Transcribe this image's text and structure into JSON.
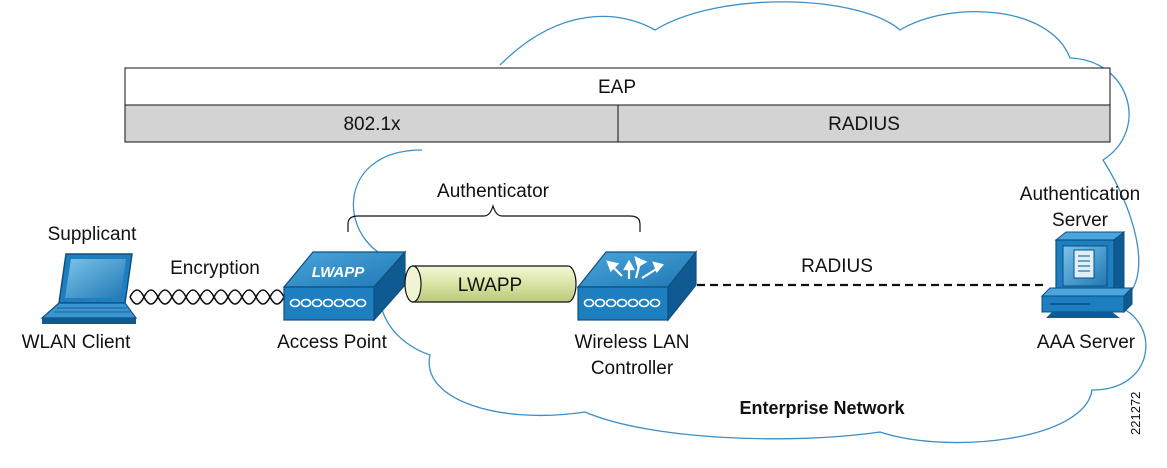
{
  "protocol_stack": {
    "top_layer": "EAP",
    "left_layer": "802.1x",
    "right_layer": "RADIUS"
  },
  "labels": {
    "authenticator": "Authenticator",
    "supplicant": "Supplicant",
    "encryption": "Encryption",
    "tunnel": "LWAPP",
    "radius_link": "RADIUS",
    "auth_server_line1": "Authentication",
    "auth_server_line2": "Server",
    "wlan_client": "WLAN Client",
    "access_point": "Access Point",
    "wlc_line1": "Wireless LAN",
    "wlc_line2": "Controller",
    "aaa_server": "AAA Server",
    "enterprise_network": "Enterprise Network",
    "ap_badge": "LWAPP",
    "figure_id": "221272"
  },
  "icons": {
    "client": "laptop-icon",
    "access_point": "lightweight-access-point-icon",
    "controller": "wireless-lan-controller-icon",
    "server": "aaa-server-icon"
  },
  "colors": {
    "cloud_outline": "#3d8fc4",
    "device_blue": "#1e7fc0",
    "device_dark": "#0f5a91",
    "layer_gray": "#d3d3d3",
    "tunnel_green": "#e3ecb6"
  }
}
